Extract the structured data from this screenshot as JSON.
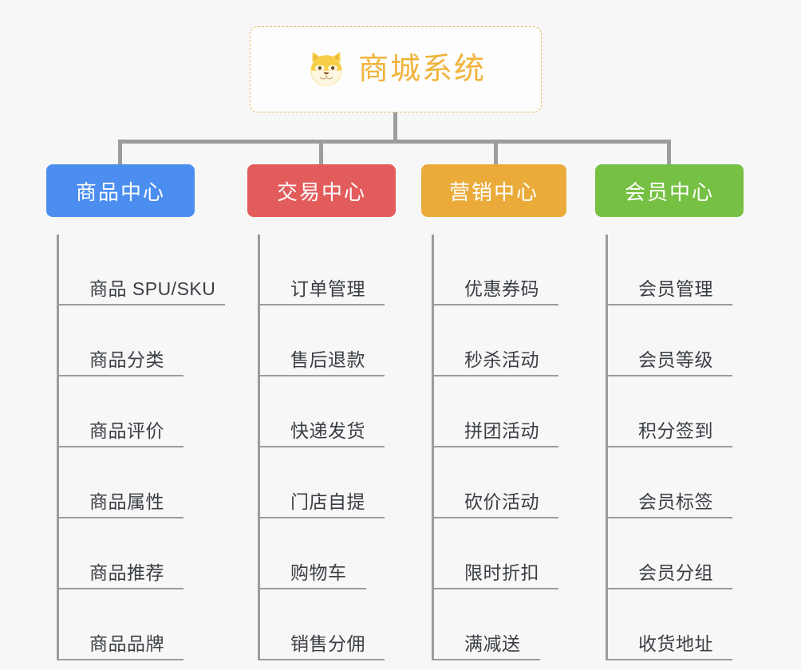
{
  "root": {
    "title": "商城系统",
    "icon": "shiba-dog-icon",
    "border_color": "#e8b96a",
    "text_color": "#f0b43c"
  },
  "colors": {
    "background": "#f7f7f7",
    "connector": "#9c9c9c",
    "item_text": "#3b3f45",
    "blue": "#4c8ef0",
    "red": "#e35c5c",
    "orange": "#eaab3a",
    "green": "#76c043"
  },
  "columns": [
    {
      "label": "商品中心",
      "color": "#4c8ef0",
      "items": [
        {
          "label": "商品 SPU/SKU",
          "rule_width": 208
        },
        {
          "label": "商品分类",
          "rule_width": 156
        },
        {
          "label": "商品评价",
          "rule_width": 156
        },
        {
          "label": "商品属性",
          "rule_width": 156
        },
        {
          "label": "商品推荐",
          "rule_width": 156
        },
        {
          "label": "商品品牌",
          "rule_width": 156
        }
      ]
    },
    {
      "label": "交易中心",
      "color": "#e35c5c",
      "items": [
        {
          "label": "订单管理",
          "rule_width": 156
        },
        {
          "label": "售后退款",
          "rule_width": 156
        },
        {
          "label": "快递发货",
          "rule_width": 156
        },
        {
          "label": "门店自提",
          "rule_width": 156
        },
        {
          "label": "购物车",
          "rule_width": 133
        },
        {
          "label": "销售分佣",
          "rule_width": 156
        }
      ]
    },
    {
      "label": "营销中心",
      "color": "#eaab3a",
      "items": [
        {
          "label": "优惠券码",
          "rule_width": 156
        },
        {
          "label": "秒杀活动",
          "rule_width": 156
        },
        {
          "label": "拼团活动",
          "rule_width": 156
        },
        {
          "label": "砍价活动",
          "rule_width": 156
        },
        {
          "label": "限时折扣",
          "rule_width": 156
        },
        {
          "label": "满减送",
          "rule_width": 133
        }
      ]
    },
    {
      "label": "会员中心",
      "color": "#76c043",
      "items": [
        {
          "label": "会员管理",
          "rule_width": 156
        },
        {
          "label": "会员等级",
          "rule_width": 156
        },
        {
          "label": "积分签到",
          "rule_width": 156
        },
        {
          "label": "会员标签",
          "rule_width": 156
        },
        {
          "label": "会员分组",
          "rule_width": 156
        },
        {
          "label": "收货地址",
          "rule_width": 156
        }
      ]
    }
  ]
}
